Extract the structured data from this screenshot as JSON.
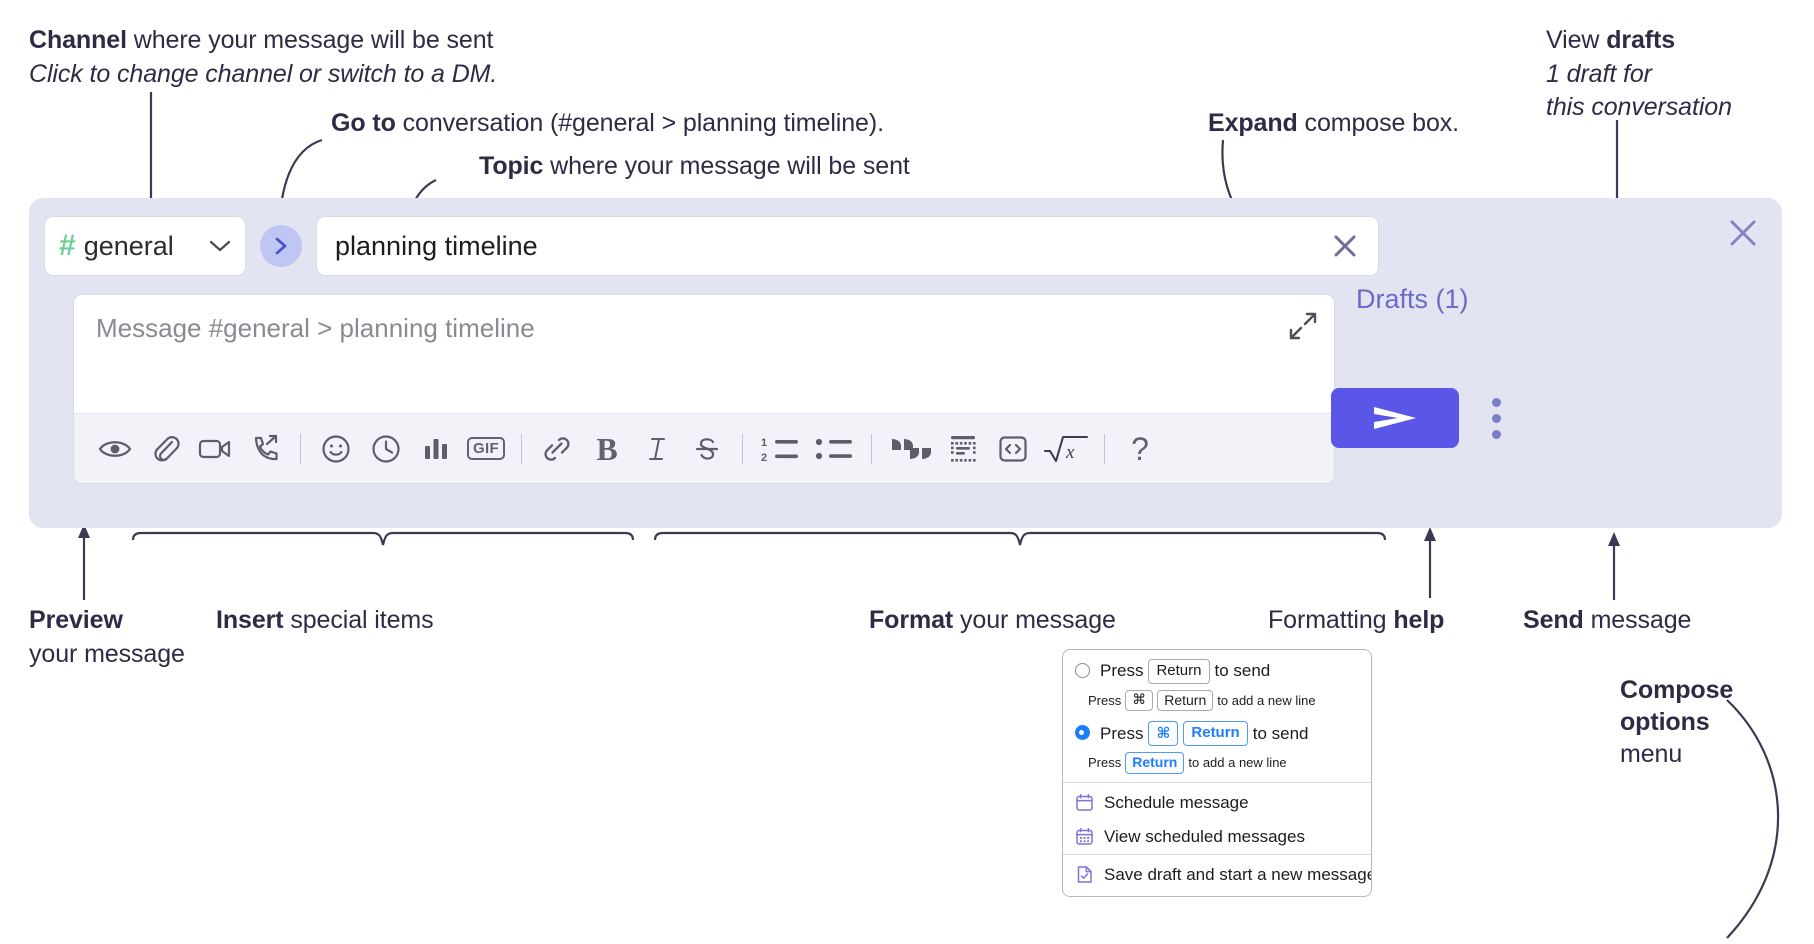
{
  "annotations": {
    "channel": {
      "line1_bold": "Channel",
      "line1_rest": " where your message will be sent",
      "line2_italic": "Click to change channel or switch to a DM."
    },
    "goto": {
      "bold": "Go to",
      "rest": " conversation (#general > planning timeline)."
    },
    "topic": {
      "bold": "Topic",
      "rest": " where your message will be sent"
    },
    "expand": {
      "bold": "Expand",
      "rest": " compose box."
    },
    "drafts": {
      "line1_plain": "View ",
      "line1_bold": "drafts",
      "line2_italic": "1 draft for",
      "line3_italic": "this conversation"
    },
    "preview": {
      "line1_bold": "Preview",
      "line2": "your message"
    },
    "insert": {
      "bold": "Insert",
      "rest": " special items"
    },
    "format": {
      "bold": "Format",
      "rest": " your message"
    },
    "help": {
      "plain": "Formatting ",
      "bold": "help"
    },
    "send": {
      "bold": "Send",
      "rest": " message"
    },
    "compose_options": {
      "line1_bold": "Compose",
      "line2_bold": "options",
      "line3": "menu"
    }
  },
  "compose": {
    "channel_name": "general",
    "channel_hash": "#",
    "topic_value": "planning timeline",
    "message_placeholder": "Message #general > planning timeline",
    "drafts_label": "Drafts (1)",
    "gif_label": "GIF",
    "bold_label": "B",
    "italic_label": "I",
    "help_label": "?",
    "toolbar_icons": [
      "preview-eye-icon",
      "attachment-paperclip-icon",
      "video-camera-icon",
      "phone-handoff-icon",
      "emoji-icon",
      "clock-icon",
      "poll-bar-chart-icon",
      "gif-icon",
      "link-icon",
      "bold-icon",
      "italic-icon",
      "strikethrough-icon",
      "ordered-list-icon",
      "bulleted-list-icon",
      "blockquote-icon",
      "code-block-icon",
      "inline-code-icon",
      "math-icon",
      "formatting-help-icon"
    ]
  },
  "menu": {
    "option1": {
      "pre": "Press",
      "key": "Return",
      "post": "to send",
      "sub_pre": "Press",
      "sub_key1": "⌘",
      "sub_key2": "Return",
      "sub_post": "to add a new line",
      "selected": false
    },
    "option2": {
      "pre": "Press",
      "key1": "⌘",
      "key2": "Return",
      "post": "to send",
      "sub_pre": "Press",
      "sub_key": "Return",
      "sub_post": "to add a new line",
      "selected": true
    },
    "items": [
      {
        "label": "Schedule message",
        "icon": "calendar-clock-icon"
      },
      {
        "label": "View scheduled messages",
        "icon": "calendar-grid-icon"
      },
      {
        "label": "Save draft and start a new message",
        "icon": "document-check-icon"
      }
    ]
  },
  "colors": {
    "panel_bg": "#e3e4f1",
    "send_button": "#5a57e8",
    "goto_button": "#bfc6f4",
    "channel_hash": "#6ecf96",
    "drafts_text": "#6b6cc4",
    "accent_blue": "#1d7efd",
    "menu_icon": "#7a75d8"
  }
}
